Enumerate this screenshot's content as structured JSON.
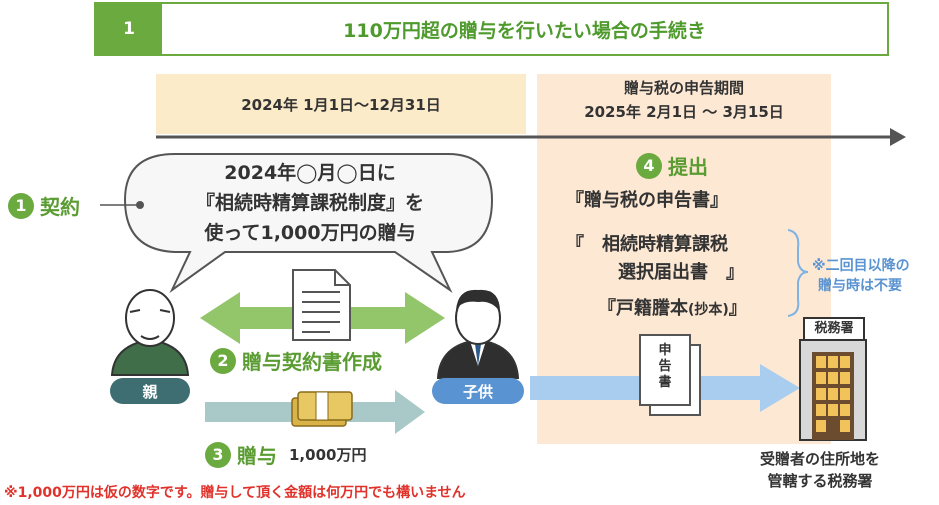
{
  "header": {
    "number": "1",
    "title": "110万円超の贈与を行いたい場合の手続き"
  },
  "periods": {
    "contract_period": "2024年 1月1日～12月31日",
    "filing_title": "贈与税の申告期間",
    "filing_dates": "2025年 2月1日 〜 3月15日"
  },
  "steps": {
    "step1": {
      "num": "1",
      "label": "契約"
    },
    "step2": {
      "num": "2",
      "label": "贈与契約書作成"
    },
    "step3": {
      "num": "3",
      "label": "贈与",
      "amount": "1,000万円"
    },
    "step4": {
      "num": "4",
      "label": "提出"
    }
  },
  "bubble": {
    "line1": "2024年◯月◯日に",
    "line2": "『相続時精算課税制度』を",
    "line3": "使って1,000万円の贈与"
  },
  "people": {
    "parent": "親",
    "child": "子供"
  },
  "documents": {
    "doc1": "『贈与税の申告書』",
    "doc2_line1": "『　相続時精算課税",
    "doc2_line2": "選択届出書　』",
    "doc3": "『戸籍謄本",
    "doc3_small": "(抄本)",
    "doc3_end": "』",
    "paper_text": "申告書"
  },
  "note": {
    "line1": "※二回目以降の",
    "line2": "贈与時は不要"
  },
  "office": {
    "sign": "税務署",
    "label_line1": "受贈者の住所地を",
    "label_line2": "管轄する税務署"
  },
  "footnote": "※1,000万円は仮の数字です。贈与して頂く金額は何万円でも構いません",
  "colors": {
    "green": "#6aaa3f",
    "light_green": "#93c56b",
    "blue": "#7fb3e4",
    "teal": "#3f6e72",
    "red": "#e0322b",
    "peach": "#fde8d4",
    "cream": "#fbebc8"
  }
}
